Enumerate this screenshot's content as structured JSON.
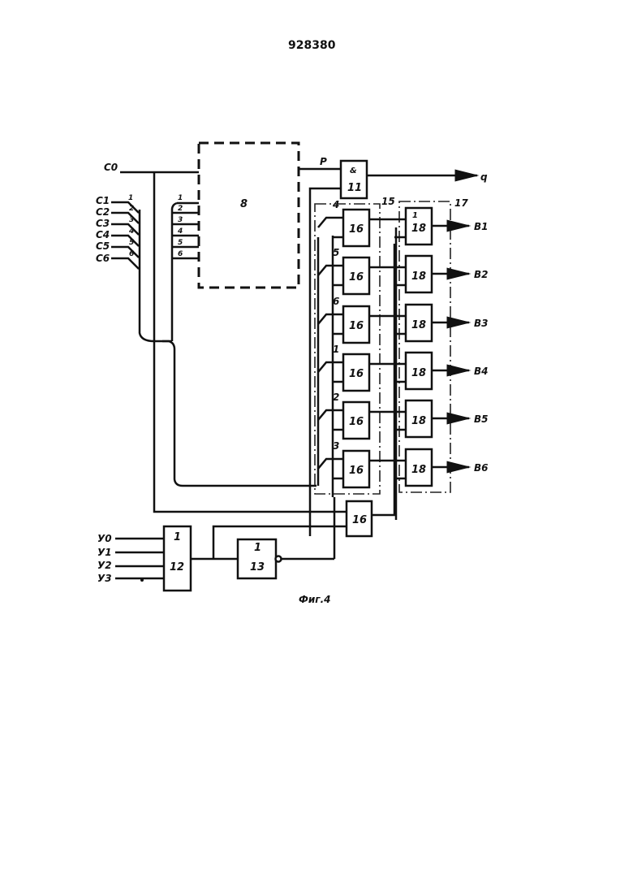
{
  "header": {
    "patent_number": "928380"
  },
  "figure": {
    "caption": "Фиг.4"
  },
  "signals": {
    "c0": "С0",
    "c_inputs": [
      "С1",
      "С2",
      "С3",
      "С4",
      "С5",
      "С6"
    ],
    "bus_numbers_left": [
      "1",
      "2",
      "3",
      "4",
      "5",
      "6"
    ],
    "bus_numbers_right": [
      "1",
      "2",
      "3",
      "4",
      "5",
      "6"
    ],
    "p": "Р",
    "q": "q",
    "outputs": [
      "В1",
      "В2",
      "В3",
      "В4",
      "В5",
      "В6"
    ],
    "y_inputs": [
      "У0",
      "У1",
      "У2",
      "У3"
    ]
  },
  "blocks": {
    "block8": "8",
    "block11": {
      "symbol": "&",
      "number": "11"
    },
    "group15": "15",
    "group17": "17",
    "block16": "16",
    "block16_inputs": [
      "4",
      "5",
      "6",
      "1",
      "2",
      "3"
    ],
    "block18": "18",
    "block18_symbol": "1",
    "block12": {
      "symbol": "1",
      "number": "12"
    },
    "block13": {
      "symbol": "1",
      "number": "13"
    }
  }
}
